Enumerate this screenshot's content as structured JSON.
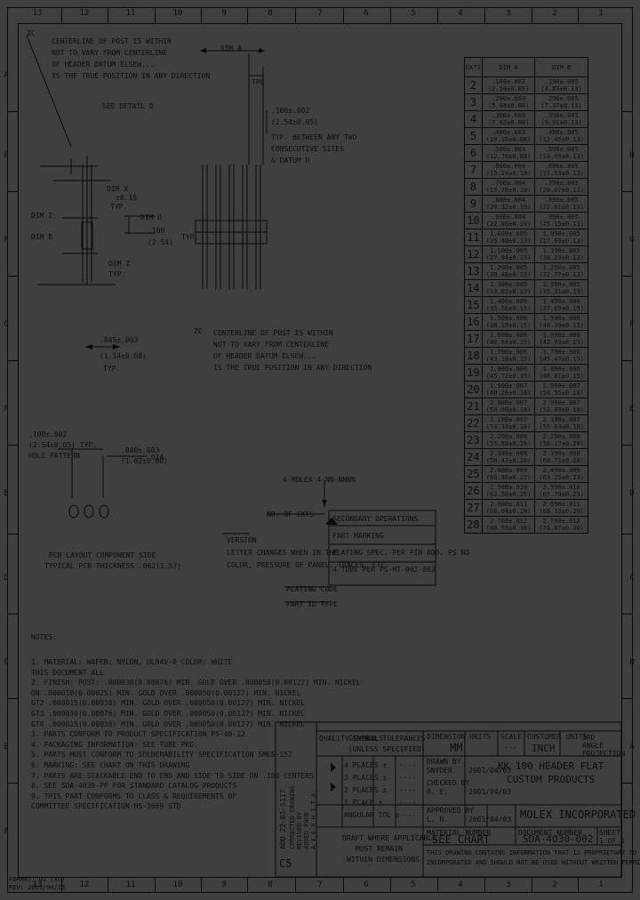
{
  "border": {
    "top_zones": [
      "13",
      "12",
      "11",
      "10",
      "9",
      "8",
      "7",
      "6",
      "5",
      "4",
      "3",
      "2",
      "1"
    ],
    "bottom_zones": [
      "13",
      "12",
      "11",
      "10",
      "9",
      "8",
      "7",
      "6",
      "5",
      "4",
      "3",
      "2",
      "1"
    ],
    "left_zones": [
      "A",
      "F",
      "F",
      "G",
      "F",
      "E",
      "D",
      "C",
      "B",
      "A"
    ],
    "right_zones": [
      "H",
      "G",
      "F",
      "E",
      "D",
      "C",
      "B",
      "A"
    ]
  },
  "drawing": {
    "note_top": [
      "CENTERLINE OF POST IS WITHIN",
      "NOT TO VARY FROM CENTERLINE",
      "OF HEADER DATUM ELSEW...",
      "IS THE TRUE POSITION IN ANY DIRECTION"
    ],
    "label_zc": "ZC",
    "detail_label": "SEE DETAIL D",
    "dim_a": "DIM A",
    "dim_b": "DIM B",
    "dim_z": "DIM Z",
    "dim_x": "DIM X",
    "dim_x_val": "±0.15",
    "dim_d": "DIM D",
    "dim_d_typ": "TYP.",
    "tol_tpe": "TPE",
    "tol_right1": ".100±.002",
    "tol_right2": "(2.54±0.05)",
    "tol_right3": "TYP. BETWEEN ANY TWO",
    "tol_right4": "CONSECUTIVE SITES",
    "tol_right5": "& DATUM H",
    "side_a": ".100",
    "side_b": "(2.54)",
    "side_c": "TYP.",
    "side_typ2": "TYP.",
    "middle_note": [
      "CENTERLINE OF POST IS WITHIN",
      "NOT TO VARY FROM CENTERLINE",
      "OF HEADER DATUM ELSEW...",
      "IS THE TRUE POSITION IN ANY DIRECTION"
    ],
    "pin_dim": ".045±.003",
    "pin_dim2": "(1.14±0.08)",
    "pin_typ": "TYP.",
    "pcb_dim1": ".100±.002",
    "pcb_dim2": "(2.54±0.05) TYP.",
    "pcb_dim3": "HOLE PATTERN",
    "pcb_dia1": ".040±.003",
    "pcb_dia2": "(1.02±0.08)",
    "pcb_dia3": "DIA",
    "pcb_caption1": "PCB LAYOUT COMPONENT SIDE",
    "pcb_caption2": "TYPICAL PCB THICKNESS .062(1.57)",
    "mark_label": "4-MOLEX 4-NN-NNNN",
    "no_of_ckts": "NO. OF CKTS",
    "version_1": "VERSION",
    "version_2": "LETTER CHANGES WHEN IN THE",
    "version_3": "COLOR, PRESSURE OF PANEL, TRACES, ETC.",
    "plating_code": "PLATING CODE",
    "part_id": "PART ID TYPE"
  },
  "secondary_ops": {
    "header": "SECONDARY OPERATIONS",
    "rows": [
      "PART MARKING",
      "PLATING SPEC. PER PIN ADD. PS NO",
      "4   TUBE PER PS-MT-002-003"
    ]
  },
  "notes": {
    "title": "NOTES:",
    "items": [
      "1. MATERIAL: WAFER: NYLON, UL94V-0 COLOR: WHITE",
      "                THIS DOCUMENT ALL",
      "2. FINISH: POST: .000030(0.00076) MIN. GOLD OVER .000050(0.00127) MIN. NICKEL",
      "          ON .000010(0.00025) MIN. GOLD OVER .000050(0.00127) MIN. NICKEL",
      "          GT2  .000015(0.00038) MIN. GOLD OVER .000050(0.00127) MIN. NICKEL",
      "          GT3  .000030(0.00076) MIN. GOLD OVER .000050(0.00127) MIN. NICKEL",
      "          GT4  .000015(0.00038) MIN. GOLD OVER .000050(0.00127) MIN. NICKEL",
      "3. PARTS CONFORM TO PRODUCT SPECIFICATION PS-40-12",
      "4. PACKAGING INFORMATION: SEE TUBE PKG.",
      "5. PARTS MUST CONFORM TO SOLDERABILITY SPECIFICATION SMES-152",
      "6. MARKING: SEE CHART ON THIS DRAWING",
      "7. PARTS ARE STACKABLE END TO END AND SIDE TO SIDE ON .100 CENTERS",
      "8. SEE SDA-4030-PP FOR STANDARD CATALOG PRODUCTS",
      "9. THIS PART CONFORMS TO CLASS & REQUIREMENTS OF",
      "   COMMITTEE SPECIFICATION HS-3669 STD"
    ]
  },
  "chart_table": {
    "header": [
      "CKTS",
      "DIM A",
      "DIM B"
    ],
    "rows": [
      {
        "ckt": "2",
        "a1": ".100±.002",
        "a2": "(2.54±0.05)",
        "b1": ".190±.005",
        "b2": "(4.83±0.13)"
      },
      {
        "ckt": "3",
        "a1": ".200±.003",
        "a2": "(5.08±0.08)",
        "b1": ".290±.005",
        "b2": "(7.37±0.13)"
      },
      {
        "ckt": "4",
        "a1": ".300±.003",
        "a2": "(7.62±0.08)",
        "b1": ".390±.005",
        "b2": "(9.91±0.13)"
      },
      {
        "ckt": "5",
        "a1": ".400±.003",
        "a2": "(10.16±0.08)",
        "b1": ".490±.005",
        "b2": "(12.45±0.13)"
      },
      {
        "ckt": "6",
        "a1": ".500±.003",
        "a2": "(12.70±0.08)",
        "b1": ".590±.005",
        "b2": "(14.99±0.13)"
      },
      {
        "ckt": "7",
        "a1": ".600±.004",
        "a2": "(15.24±0.10)",
        "b1": ".690±.005",
        "b2": "(17.53±0.13)"
      },
      {
        "ckt": "8",
        "a1": ".700±.004",
        "a2": "(17.78±0.10)",
        "b1": ".790±.005",
        "b2": "(20.07±0.13)"
      },
      {
        "ckt": "9",
        "a1": ".800±.004",
        "a2": "(20.32±0.10)",
        "b1": ".890±.005",
        "b2": "(22.61±0.13)"
      },
      {
        "ckt": "10",
        "a1": ".900±.004",
        "a2": "(22.86±0.10)",
        "b1": ".990±.005",
        "b2": "(25.15±0.13)"
      },
      {
        "ckt": "11",
        "a1": "1.000±.005",
        "a2": "(25.40±0.13)",
        "b1": "1.090±.005",
        "b2": "(27.69±0.13)"
      },
      {
        "ckt": "12",
        "a1": "1.100±.005",
        "a2": "(27.94±0.13)",
        "b1": "1.190±.005",
        "b2": "(30.23±0.13)"
      },
      {
        "ckt": "13",
        "a1": "1.200±.005",
        "a2": "(30.48±0.13)",
        "b1": "1.290±.005",
        "b2": "(32.77±0.13)"
      },
      {
        "ckt": "14",
        "a1": "1.300±.005",
        "a2": "(33.02±0.13)",
        "b1": "1.390±.005",
        "b2": "(35.31±0.13)"
      },
      {
        "ckt": "15",
        "a1": "1.400±.006",
        "a2": "(35.56±0.15)",
        "b1": "1.490±.006",
        "b2": "(37.85±0.15)"
      },
      {
        "ckt": "16",
        "a1": "1.500±.006",
        "a2": "(38.10±0.15)",
        "b1": "1.590±.006",
        "b2": "(40.39±0.15)"
      },
      {
        "ckt": "17",
        "a1": "1.600±.006",
        "a2": "(40.64±0.15)",
        "b1": "1.690±.006",
        "b2": "(42.93±0.15)"
      },
      {
        "ckt": "18",
        "a1": "1.700±.006",
        "a2": "(43.18±0.15)",
        "b1": "1.790±.006",
        "b2": "(45.47±0.15)"
      },
      {
        "ckt": "19",
        "a1": "1.800±.006",
        "a2": "(45.72±0.15)",
        "b1": "1.890±.006",
        "b2": "(48.01±0.15)"
      },
      {
        "ckt": "20",
        "a1": "1.900±.007",
        "a2": "(48.26±0.18)",
        "b1": "1.990±.007",
        "b2": "(50.55±0.18)"
      },
      {
        "ckt": "21",
        "a1": "2.000±.007",
        "a2": "(50.80±0.18)",
        "b1": "2.090±.007",
        "b2": "(53.09±0.18)"
      },
      {
        "ckt": "22",
        "a1": "2.100±.007",
        "a2": "(53.34±0.18)",
        "b1": "2.190±.007",
        "b2": "(55.63±0.18)"
      },
      {
        "ckt": "23",
        "a1": "2.200±.008",
        "a2": "(55.88±0.20)",
        "b1": "2.290±.008",
        "b2": "(58.17±0.20)"
      },
      {
        "ckt": "24",
        "a1": "2.300±.008",
        "a2": "(58.42±0.20)",
        "b1": "2.390±.008",
        "b2": "(60.71±0.20)"
      },
      {
        "ckt": "25",
        "a1": "2.400±.009",
        "a2": "(60.96±0.23)",
        "b1": "2.490±.009",
        "b2": "(63.25±0.23)"
      },
      {
        "ckt": "26",
        "a1": "2.500±.010",
        "a2": "(63.50±0.25)",
        "b1": "2.590±.010",
        "b2": "(65.79±0.25)"
      },
      {
        "ckt": "27",
        "a1": "2.600±.011",
        "a2": "(66.04±0.28)",
        "b1": "2.690±.011",
        "b2": "(68.33±0.28)"
      },
      {
        "ckt": "28",
        "a1": "2.700±.012",
        "a2": "(68.58±0.30)",
        "b1": "2.790±.012",
        "b2": "(70.87±0.30)"
      }
    ]
  },
  "title_block": {
    "quality_symbols": "QUALITY SYMBOLS",
    "general_tol": "GENERAL TOLERANCES",
    "unless": "(UNLESS SPECIFIED)",
    "dimension_units": "DIMENSION UNITS",
    "units_val": "MM",
    "scale": "SCALE",
    "scale_val": "---",
    "customer_units": "CUSTOMER UNITS",
    "customer_units_val": "INCH",
    "projection": "3RD ANGLE PROJECTION",
    "title1": "KK 100 HEADER FLAT",
    "title2": "CUSTOM PRODUCTS",
    "company": "MOLEX INCORPORATED",
    "drawn_by": "DRAWN BY",
    "drawn_val": "SNYDER",
    "drawn_date": "2001/04/03",
    "checked_by": "CHECKED BY",
    "checked_val": "R. E.",
    "checked_date": "2001/04/03",
    "approved_by": "APPROVED BY",
    "approved_val": "L. N.",
    "approved_date": "2001/04/03",
    "tol_rows": [
      "4 PLACES  ±",
      "3 PLACES  ±",
      "2 PLACES  ±",
      "1 PLACE   ±",
      "ANGULAR TOL ±"
    ],
    "tol_values": [
      "----",
      "----",
      "----",
      "----",
      "----"
    ],
    "rev": "C5",
    "eco": "ADD  22-03-5117",
    "eco_lines": [
      "CORRECTED DRAWING",
      "REVISED BY",
      "ADDED PAGE",
      "A Y E X H I T A"
    ],
    "material_no": "MATERIAL NUMBER",
    "material_val": "SEE CHART",
    "doc_no": "DOCUMENT NUMBER",
    "doc_val": "SDA-4030-002",
    "sheet": "SHEET",
    "sheet_val": "1 OF 1",
    "draft_note1": "DRAFT WHERE APPLICABLE",
    "draft_note2": "MUST REMAIN",
    "draft_note3": "WITHIN DIMENSIONS",
    "proprietary1": "THIS DRAWING CONTAINS INFORMATION THAT IS PROPRIETARY TO MOLEX",
    "proprietary2": "INCORPORATED AND SHOULD NOT BE USED WITHOUT WRITTEN PERMISSION",
    "format": "FORMAT: D1 (XS)",
    "revision_date": "REV: 2003/04/15"
  }
}
